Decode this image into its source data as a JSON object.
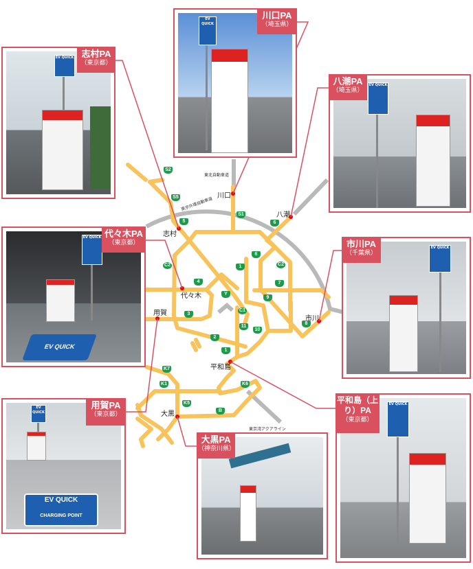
{
  "highways": {
    "tohoku": "東北自動車道",
    "gaikan": "東京外環自動車道",
    "aqualine": "東京湾アクアライン"
  },
  "places": {
    "kawaguchi": "川口",
    "yashio": "八潮",
    "shimura": "志村",
    "yoyogi": "代々木",
    "yoga": "用賀",
    "ichikawa": "市川",
    "heiwajima": "平和島",
    "daikoku": "大黒"
  },
  "routes": [
    "S2",
    "S5",
    "5",
    "S1",
    "6",
    "6",
    "1",
    "C2",
    "C2",
    "4",
    "7",
    "Y",
    "9",
    "C1",
    "3",
    "11",
    "10",
    "8",
    "2",
    "1",
    "K7",
    "K1",
    "K6",
    "K5",
    "B"
  ],
  "stations": [
    {
      "name": "志村PA",
      "pref": "（東京都）"
    },
    {
      "name": "川口PA",
      "pref": "（埼玉県）"
    },
    {
      "name": "八潮PA",
      "pref": "（埼玉県）"
    },
    {
      "name": "代々木PA",
      "pref": "（東京都）"
    },
    {
      "name": "市川PA",
      "pref": "（千葉県）"
    },
    {
      "name": "用賀PA",
      "pref": "（東京都）"
    },
    {
      "name": "大黒PA",
      "pref": "（神奈川県）"
    },
    {
      "name": "平和島（上り）PA",
      "pref": "（東京都）"
    }
  ],
  "photo_text": {
    "sign": "EV QUICK",
    "ground_top": "EV QUICK",
    "ground_bottom": "CHARGING POINT"
  },
  "colors": {
    "accent": "#d9505e",
    "road": "#f7c35a",
    "route_shield": "#1d9a4b",
    "ring": "#b9b9b9"
  }
}
